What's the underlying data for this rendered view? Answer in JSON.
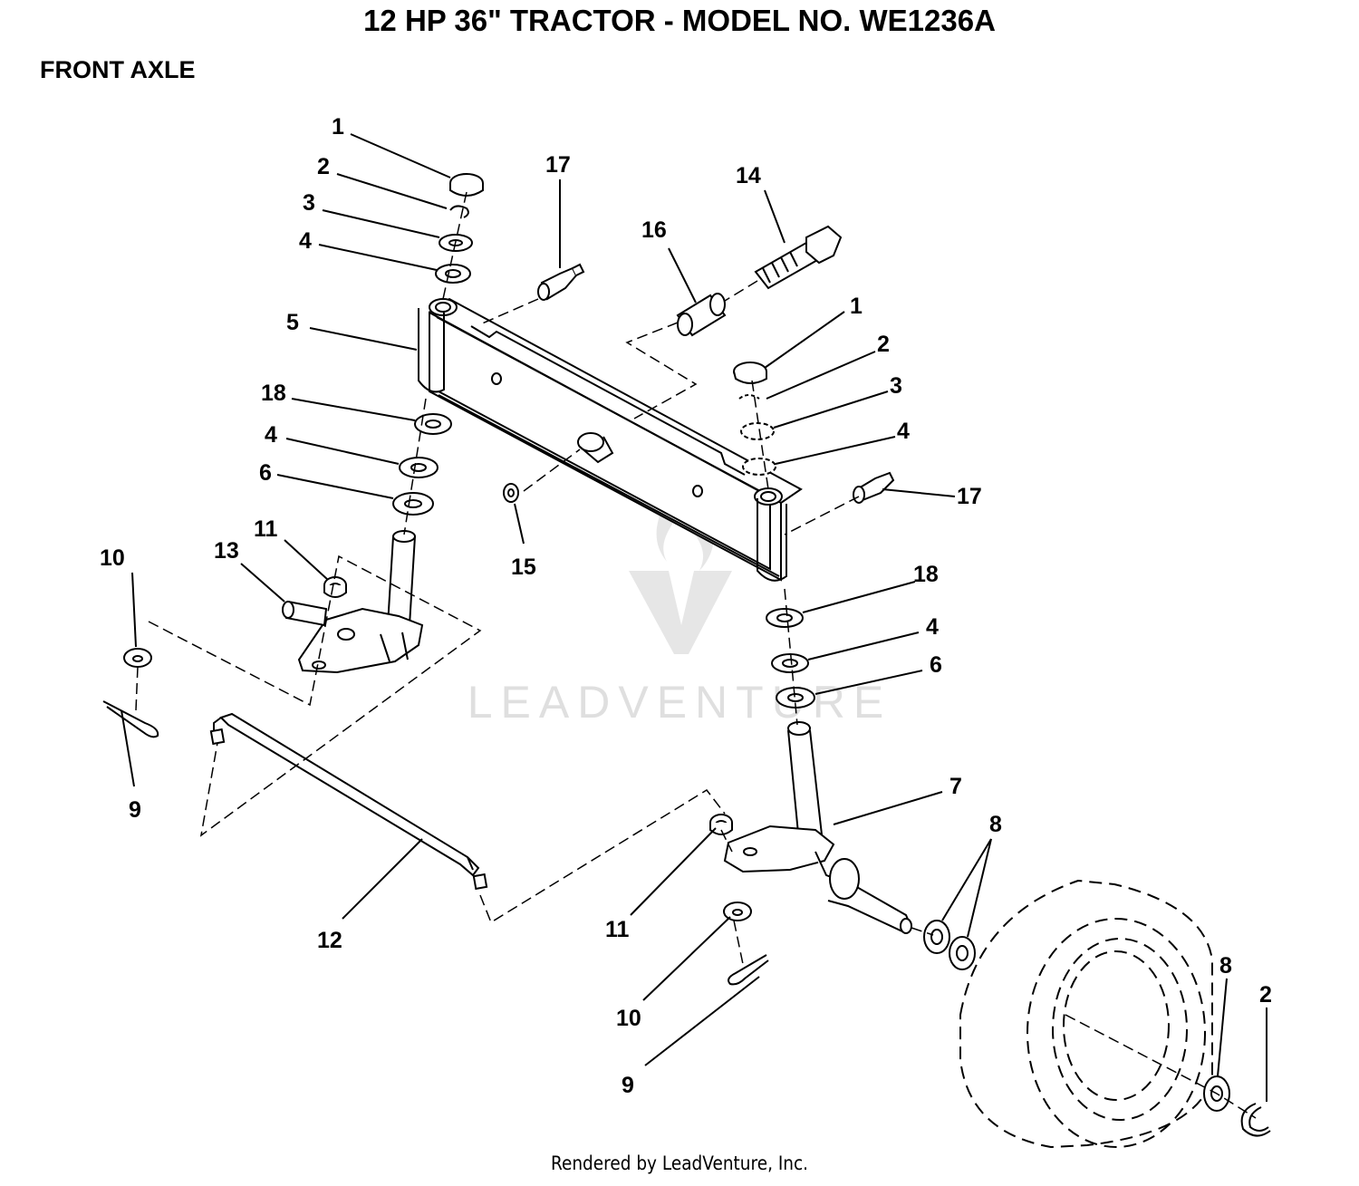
{
  "page": {
    "title": "12 HP 36\" TRACTOR - MODEL NO. WE1236A",
    "section": "FRONT AXLE",
    "credit": "Rendered by LeadVenture, Inc."
  },
  "watermark": {
    "text": "LEADVENTURE",
    "color": "#d9d9d9"
  },
  "colors": {
    "ink": "#000000",
    "background": "#ffffff"
  },
  "callouts": [
    {
      "id": "c1a",
      "label": "1"
    },
    {
      "id": "c2a",
      "label": "2"
    },
    {
      "id": "c3a",
      "label": "3"
    },
    {
      "id": "c4a",
      "label": "4"
    },
    {
      "id": "c5",
      "label": "5"
    },
    {
      "id": "c17a",
      "label": "17"
    },
    {
      "id": "c16",
      "label": "16"
    },
    {
      "id": "c14",
      "label": "14"
    },
    {
      "id": "c1b",
      "label": "1"
    },
    {
      "id": "c2b",
      "label": "2"
    },
    {
      "id": "c3b",
      "label": "3"
    },
    {
      "id": "c4b",
      "label": "4"
    },
    {
      "id": "c17b",
      "label": "17"
    },
    {
      "id": "c18a",
      "label": "18"
    },
    {
      "id": "c4c",
      "label": "4"
    },
    {
      "id": "c6a",
      "label": "6"
    },
    {
      "id": "c15",
      "label": "15"
    },
    {
      "id": "c10a",
      "label": "10"
    },
    {
      "id": "c13",
      "label": "13"
    },
    {
      "id": "c11a",
      "label": "11"
    },
    {
      "id": "c9a",
      "label": "9"
    },
    {
      "id": "c18b",
      "label": "18"
    },
    {
      "id": "c4d",
      "label": "4"
    },
    {
      "id": "c6b",
      "label": "6"
    },
    {
      "id": "c7",
      "label": "7"
    },
    {
      "id": "c8a",
      "label": "8"
    },
    {
      "id": "c12",
      "label": "12"
    },
    {
      "id": "c11b",
      "label": "11"
    },
    {
      "id": "c10b",
      "label": "10"
    },
    {
      "id": "c9b",
      "label": "9"
    },
    {
      "id": "c8b",
      "label": "8"
    },
    {
      "id": "c2c",
      "label": "2"
    }
  ]
}
